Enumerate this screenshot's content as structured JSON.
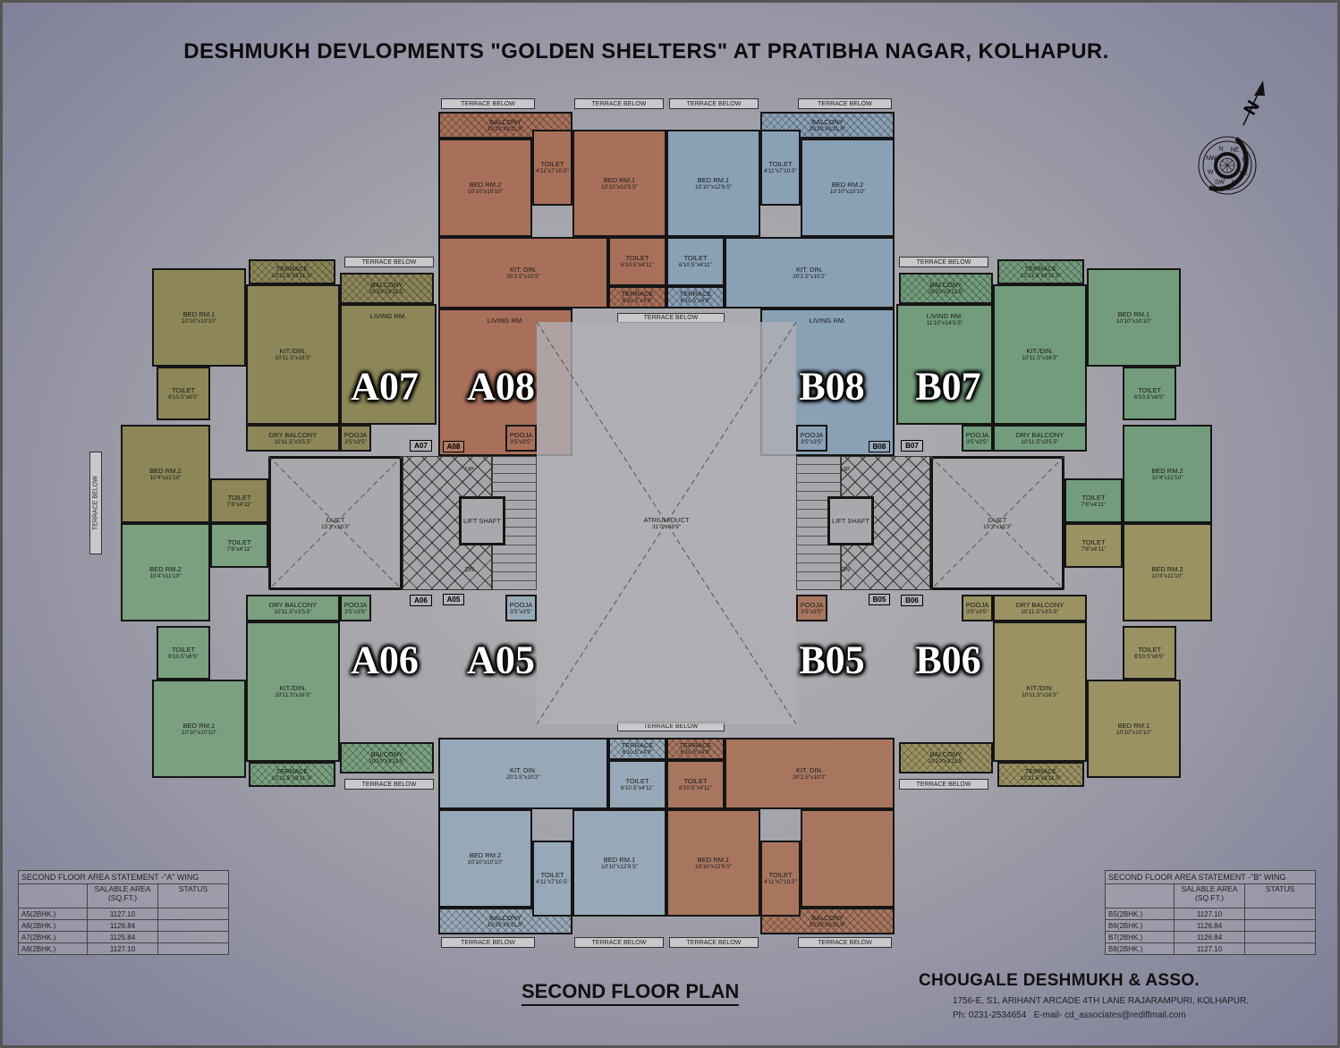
{
  "title": "DESHMUKH DEVLOPMENTS \"GOLDEN SHELTERS\" AT PRATIBHA NAGAR, KOLHAPUR.",
  "plan_title": "SECOND FLOOR PLAN",
  "terrace_below": "TERRACE BELOW",
  "compass": {
    "north": "N",
    "directions": [
      "N",
      "NE",
      "E",
      "SE",
      "S",
      "SW",
      "W",
      "NW"
    ]
  },
  "units": {
    "A08": {
      "label": "A08",
      "tag": "A08",
      "color": "#a8705a",
      "rooms": [
        {
          "id": "balcony",
          "name": "BALCONY",
          "size": "10'10\"x3'11.5\""
        },
        {
          "id": "bed2",
          "name": "BED RM.2",
          "size": "10'10\"x10'10\""
        },
        {
          "id": "toilet1",
          "name": "TOILET",
          "size": "4'11\"x7'10.5\""
        },
        {
          "id": "bed1",
          "name": "BED RM.1",
          "size": "10'10\"x12'9.5\""
        },
        {
          "id": "kitdin",
          "name": "KIT. DIN.",
          "size": "20'2.5\"x10'2\""
        },
        {
          "id": "toilet2",
          "name": "TOILET",
          "size": "6'10.5\"x4'11\""
        },
        {
          "id": "terrace",
          "name": "TERRACE",
          "size": "6'10.5\"x4'9\""
        },
        {
          "id": "living",
          "name": "LIVING RM.",
          "size": ""
        },
        {
          "id": "pooja",
          "name": "POOJA",
          "size": "3'5\"x3'5\""
        }
      ]
    },
    "B08": {
      "label": "B08",
      "tag": "B08",
      "color": "#8aa0b5",
      "rooms": [
        {
          "id": "balcony",
          "name": "BALCONY",
          "size": "10'10\"x3'11.5\""
        },
        {
          "id": "bed2",
          "name": "BED RM.2",
          "size": "10'10\"x10'10\""
        },
        {
          "id": "toilet1",
          "name": "TOILET",
          "size": "4'11\"x7'10.5\""
        },
        {
          "id": "bed1",
          "name": "BED RM.1",
          "size": "10'10\"x12'9.5\""
        },
        {
          "id": "kitdin",
          "name": "KIT. DIN.",
          "size": "20'2.5\"x10'2\""
        },
        {
          "id": "toilet2",
          "name": "TOILET",
          "size": "6'10.5\"x4'11\""
        },
        {
          "id": "terrace",
          "name": "TERRACE",
          "size": "6'10.5\"x4'9\""
        },
        {
          "id": "living",
          "name": "LIVING RM.",
          "size": ""
        },
        {
          "id": "pooja",
          "name": "POOJA",
          "size": "3'5\"x3'5\""
        }
      ]
    },
    "A05": {
      "label": "A05",
      "tag": "A05",
      "color": "#97a9b8",
      "rooms": [
        {
          "id": "balcony",
          "name": "BALCONY",
          "size": "10'10\"x3'11.5\""
        },
        {
          "id": "bed2",
          "name": "BED RM.2",
          "size": "10'10\"x10'10\""
        },
        {
          "id": "toilet1",
          "name": "TOILET",
          "size": "4'11\"x7'10.5\""
        },
        {
          "id": "bed1",
          "name": "BED RM.1",
          "size": "10'10\"x12'9.5\""
        },
        {
          "id": "kitdin",
          "name": "KIT. DIN.",
          "size": "20'2.5\"x10'2\""
        },
        {
          "id": "toilet2",
          "name": "TOILET",
          "size": "6'10.5\"x4'11\""
        },
        {
          "id": "terrace",
          "name": "TERRACE",
          "size": "6'10.5\"x4'9\""
        },
        {
          "id": "pooja",
          "name": "POOJA",
          "size": "3'5\"x3'5\""
        }
      ]
    },
    "B05": {
      "label": "B05",
      "tag": "B05",
      "color": "#a8765f",
      "rooms": [
        {
          "id": "balcony",
          "name": "BALCONY",
          "size": "10'10\"x3'11.5\""
        },
        {
          "id": "bed2",
          "name": "",
          "size": ""
        },
        {
          "id": "toilet1",
          "name": "TOILET",
          "size": "4'11\"x7'10.5\""
        },
        {
          "id": "bed1",
          "name": "BED RM.1",
          "size": "10'10\"x12'9.5\""
        },
        {
          "id": "kitdin",
          "name": "KIT. DIN.",
          "size": "20'2.5\"x10'2\""
        },
        {
          "id": "toilet2",
          "name": "TOILET",
          "size": "6'10.5\"x4'11\""
        },
        {
          "id": "terrace",
          "name": "TERRACE",
          "size": "6'10.5\"x4'9\""
        },
        {
          "id": "pooja",
          "name": "POOJA",
          "size": "3'5\"x3'5\""
        }
      ]
    },
    "A07": {
      "label": "A07",
      "tag": "A07",
      "color": "#8c8659",
      "rooms": [
        {
          "id": "terrace",
          "name": "TERRACE",
          "size": "10'11.5\"x3'11.5\""
        },
        {
          "id": "balcony",
          "name": "BALCONY",
          "size": "10'10\"x3'11.5\""
        },
        {
          "id": "bed1",
          "name": "BED RM.1",
          "size": "10'10\"x10'10\""
        },
        {
          "id": "toilet",
          "name": "TOILET",
          "size": "6'10.5\"x6'5\""
        },
        {
          "id": "kitdin",
          "name": "KIT./DIN.",
          "size": "10'11.5\"x16'3\""
        },
        {
          "id": "living",
          "name": "LIVING RM.",
          "size": ""
        },
        {
          "id": "drybal",
          "name": "DRY BALCONY",
          "size": "10'11.5\"x3'5.5\""
        },
        {
          "id": "pooja",
          "name": "POOJA",
          "size": "3'5\"x3'5\""
        },
        {
          "id": "bed2",
          "name": "BED RM.2",
          "size": "10'4\"x11'10\""
        },
        {
          "id": "toilet2",
          "name": "TOILET",
          "size": "7'6\"x4'11\""
        }
      ]
    },
    "B07": {
      "label": "B07",
      "tag": "B07",
      "color": "#739c7c",
      "rooms": [
        {
          "id": "terrace",
          "name": "TERRACE",
          "size": "10'11.5\"x3'11.5\""
        },
        {
          "id": "balcony",
          "name": "BALCONY",
          "size": "10'10\"x3'11.5\""
        },
        {
          "id": "bed1",
          "name": "BED RM.1",
          "size": "10'10\"x10'10\""
        },
        {
          "id": "toilet",
          "name": "TOILET",
          "size": "6'10.5\"x6'5\""
        },
        {
          "id": "kitdin",
          "name": "KIT./DIN.",
          "size": "10'11.5\"x16'3\""
        },
        {
          "id": "living",
          "name": "LIVING RM.",
          "size": "11'10\"x14'3.5\""
        },
        {
          "id": "drybal",
          "name": "DRY BALCONY",
          "size": "10'11.5\"x3'5.5\""
        },
        {
          "id": "pooja",
          "name": "POOJA",
          "size": "3'5\"x3'5\""
        },
        {
          "id": "bed2",
          "name": "BED RM.2",
          "size": "10'4\"x11'10\""
        },
        {
          "id": "toilet2",
          "name": "TOILET",
          "size": "7'6\"x4'11\""
        }
      ]
    },
    "A06": {
      "label": "A06",
      "tag": "A06",
      "color": "#7aa07f",
      "rooms": [
        {
          "id": "terrace",
          "name": "TERRACE",
          "size": "10'11.5\"x3'11.5\""
        },
        {
          "id": "balcony",
          "name": "BALCONY",
          "size": "10'10\"x3'11.5\""
        },
        {
          "id": "bed1",
          "name": "BED RM.1",
          "size": "10'10\"x10'10\""
        },
        {
          "id": "toilet",
          "name": "TOILET",
          "size": "6'10.5\"x6'5\""
        },
        {
          "id": "kitdin",
          "name": "KIT./DIN.",
          "size": "10'11.5\"x16'3\""
        },
        {
          "id": "drybal",
          "name": "DRY BALCONY",
          "size": "10'11.5\"x3'5.5\""
        },
        {
          "id": "pooja",
          "name": "POOJA",
          "size": "3'5\"x3'5\""
        },
        {
          "id": "bed2",
          "name": "BED RM.2",
          "size": "10'4\"x11'10\""
        },
        {
          "id": "toilet2",
          "name": "TOILET",
          "size": "7'6\"x4'11\""
        }
      ]
    },
    "B06": {
      "label": "B06",
      "tag": "B06",
      "color": "#9a9263",
      "rooms": [
        {
          "id": "terrace",
          "name": "TERRACE",
          "size": "10'11.5\"x3'11.5\""
        },
        {
          "id": "balcony",
          "name": "BALCONY",
          "size": "10'10\"x3'11.5\""
        },
        {
          "id": "bed1",
          "name": "BED RM.1",
          "size": "10'10\"x10'10\""
        },
        {
          "id": "toilet",
          "name": "TOILET",
          "size": "6'10.5\"x6'5\""
        },
        {
          "id": "kitdin",
          "name": "KIT./DIN.",
          "size": "10'11.5\"x16'3\""
        },
        {
          "id": "drybal",
          "name": "DRY BALCONY",
          "size": "10'11.5\"x3'5.5\""
        },
        {
          "id": "pooja",
          "name": "POOJA",
          "size": "3'5\"x3'5\""
        },
        {
          "id": "bed2",
          "name": "BED RM.2",
          "size": "10'4\"x11'10\""
        },
        {
          "id": "toilet2",
          "name": "TOILET",
          "size": "7'6\"x4'11\""
        }
      ]
    }
  },
  "common": {
    "duct": {
      "name": "DUCT",
      "size": "15'3\"x16'3\""
    },
    "lift": "LIFT SHAFT",
    "up": "UP",
    "dn": "DN",
    "atrium": {
      "name": "ATRIUM/DUCT",
      "size": "31'0\"x48'9\""
    }
  },
  "area_statements": [
    {
      "title": "SECOND FLOOR AREA STATEMENT -\"A\" WING",
      "col_area": "SALABLE AREA (SQ.FT.)",
      "col_status": "STATUS",
      "rows": [
        {
          "flat": "A5(2BHK.)",
          "area": "1127.10",
          "status": ""
        },
        {
          "flat": "A6(2BHK.)",
          "area": "1126.84",
          "status": ""
        },
        {
          "flat": "A7(2BHK.)",
          "area": "1125.84",
          "status": ""
        },
        {
          "flat": "A8(2BHK.)",
          "area": "1127.10",
          "status": ""
        }
      ]
    },
    {
      "title": "SECOND FLOOR AREA STATEMENT -\"B\" WING",
      "col_area": "SALABLE AREA (SQ.FT.)",
      "col_status": "STATUS",
      "rows": [
        {
          "flat": "B5(2BHK.)",
          "area": "1127.10",
          "status": ""
        },
        {
          "flat": "B6(2BHK.)",
          "area": "1126.84",
          "status": ""
        },
        {
          "flat": "B7(2BHK.)",
          "area": "1126.84",
          "status": ""
        },
        {
          "flat": "B8(2BHK.)",
          "area": "1127.10",
          "status": ""
        }
      ]
    }
  ],
  "architect": {
    "name": "CHOUGALE DESHMUKH & ASSO.",
    "address": "1756-E, S1, ARIHANT ARCADE 4TH LANE RAJARAMPURI, KOLHAPUR.",
    "contact": "Ph: 0231-2534654   E-mail- cd_associates@rediffmail.com"
  }
}
